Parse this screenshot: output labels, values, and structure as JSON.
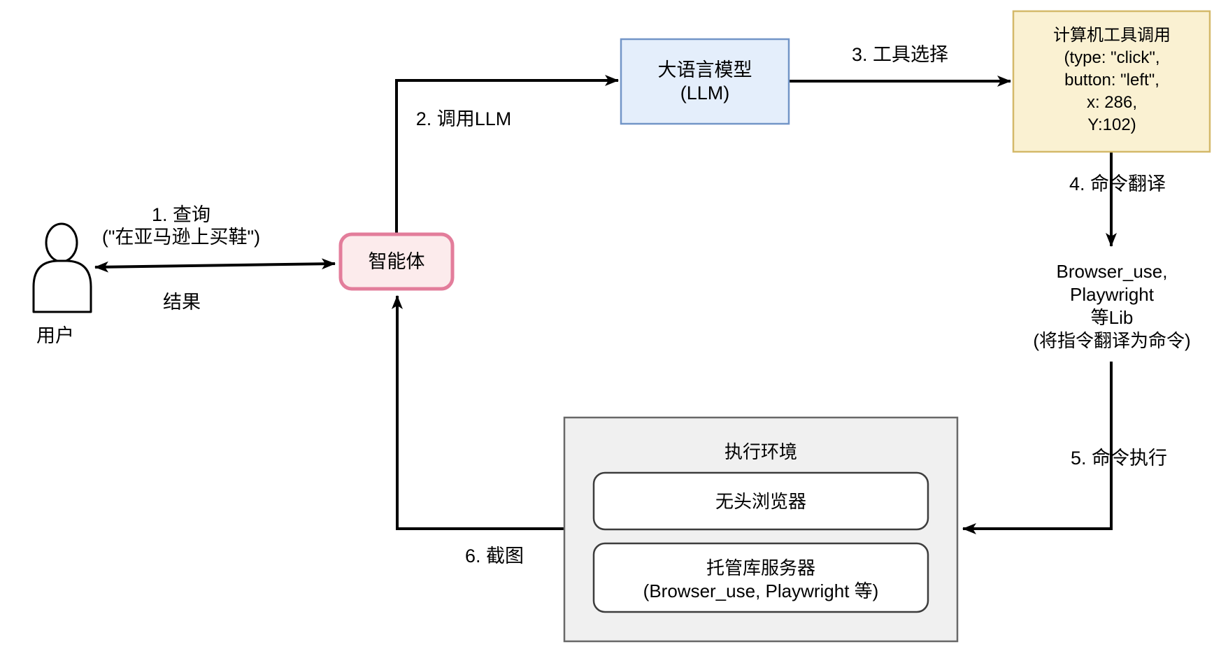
{
  "diagram_title": "computer-use-agent-flow",
  "colors": {
    "agent_fill": "#fcebec",
    "agent_border": "#e37d9b",
    "llm_fill": "#e4eefb",
    "llm_border": "#7295c7",
    "tool_fill": "#faf1d2",
    "tool_border": "#d4b96a",
    "env_fill": "#f0f0f0",
    "env_border": "#686868",
    "inner_box_fill": "#ffffff",
    "inner_box_border": "#3d3d3d",
    "line_color": "#000000"
  },
  "nodes": {
    "user": {
      "label": "用户"
    },
    "agent": {
      "label": "智能体"
    },
    "llm": {
      "lines": [
        "大语言模型",
        "(LLM)"
      ]
    },
    "tool_call": {
      "lines": [
        "计算机工具调用",
        "(type: \"click\",",
        "button: \"left\",",
        "x: 286,",
        "Y:102)"
      ]
    },
    "lib": {
      "lines": [
        "Browser_use,",
        "Playwright",
        "等Lib",
        "(将指令翻译为命令)"
      ]
    },
    "env": {
      "title": "执行环境",
      "browser_label": "无头浏览器",
      "server_lines": [
        "托管库服务器",
        "(Browser_use, Playwright 等)"
      ]
    }
  },
  "edges": {
    "query": {
      "label_line1": "1. 查询",
      "label_line2": "(\"在亚马逊上买鞋\")",
      "result_label": "结果"
    },
    "call_llm": {
      "label": "2. 调用LLM"
    },
    "tool_select": {
      "label": "3. 工具选择"
    },
    "cmd_translate": {
      "label": "4. 命令翻译"
    },
    "cmd_execute": {
      "label": "5. 命令执行"
    },
    "screenshot": {
      "label": "6. 截图"
    }
  }
}
